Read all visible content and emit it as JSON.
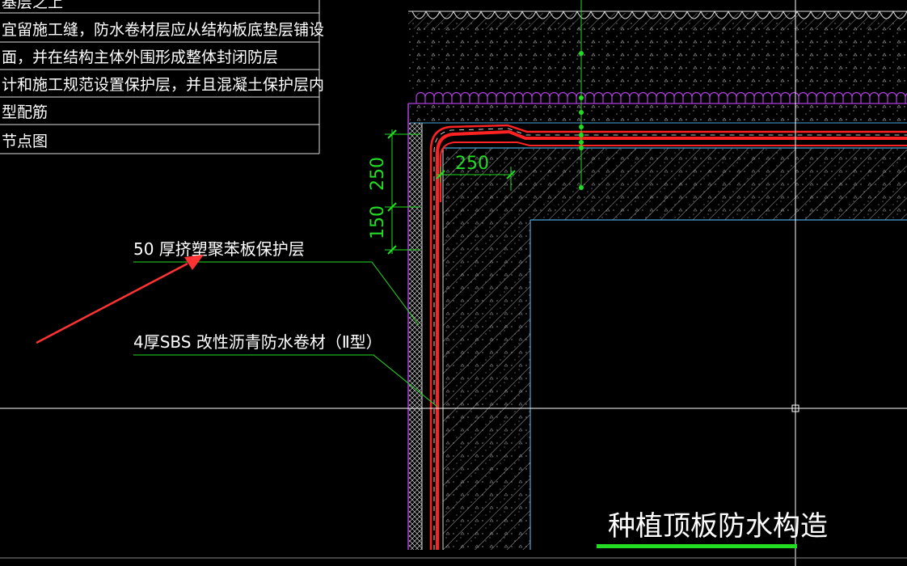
{
  "notes": {
    "lines": [
      "基层之上",
      "宜留施工缝，防水卷材层应从结构板底垫层铺设",
      "面，并在结构主体外围形成整体封闭防层",
      "计和施工规范设置保护层，并且混凝土保护层内",
      "型配筋",
      "节点图"
    ]
  },
  "labels": {
    "protection_layer": "50   厚挤塑聚苯板保护层",
    "membrane": "4厚SBS  改性沥青防水卷材（Ⅱ型）"
  },
  "dimensions": {
    "vertical_top": "250",
    "vertical_bottom": "150",
    "horizontal": "250"
  },
  "title": {
    "text": "种植顶板防水构造"
  },
  "colors": {
    "background": "#000000",
    "line": "#ffffff",
    "dimension": "#22dd22",
    "membrane": "#ff2222",
    "boundary": "#4aa3d8",
    "planting": "#b040e0",
    "arrow": "#ff3333"
  }
}
